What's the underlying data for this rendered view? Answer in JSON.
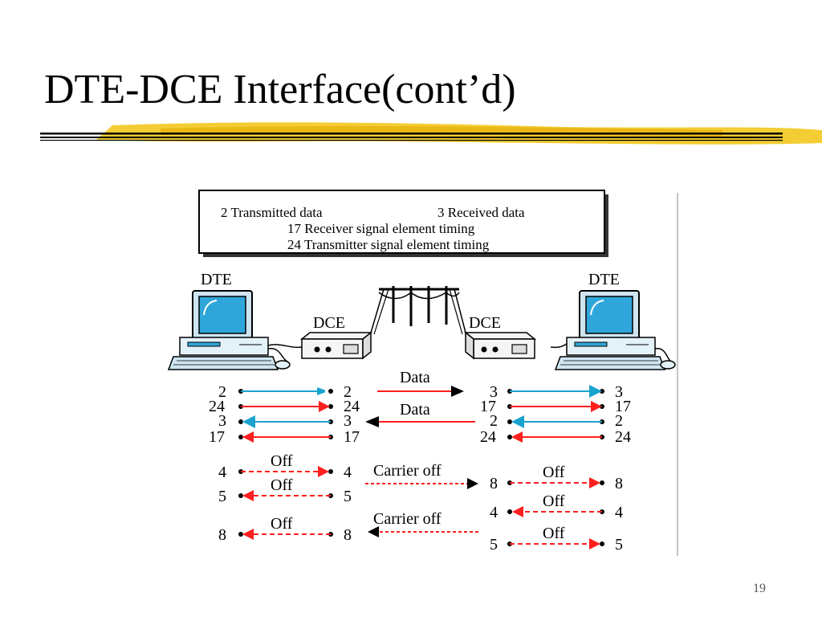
{
  "slide": {
    "title": "DTE-DCE Interface(cont’d)",
    "number": "19"
  },
  "legend": {
    "line1_left": "2 Transmitted data",
    "line1_right": "3 Received data",
    "line2": "17 Receiver signal element timing",
    "line3": "24 Transmitter signal element timing"
  },
  "devices": {
    "dte_left": "DTE",
    "dce_left": "DCE",
    "dce_right": "DCE",
    "dte_right": "DTE"
  },
  "data_section": {
    "left_pins": [
      "2",
      "24",
      "3",
      "17"
    ],
    "left_dce_pins": [
      "2",
      "24",
      "3",
      "17"
    ],
    "right_dce_pins": [
      "3",
      "17",
      "2",
      "24"
    ],
    "right_pins": [
      "3",
      "17",
      "2",
      "24"
    ],
    "label_top": "Data",
    "label_bottom": "Data"
  },
  "control_section": {
    "row1": {
      "left": "4",
      "label": "Off",
      "right": "4"
    },
    "row2": {
      "left": "5",
      "label": "Off",
      "right": "5"
    },
    "row3": {
      "left": "8",
      "label": "Off",
      "right": "8"
    },
    "carrier_top": "Carrier off",
    "carrier_bottom": "Carrier off",
    "rrow1": {
      "left": "8",
      "label": "Off",
      "right": "8"
    },
    "rrow2": {
      "left": "4",
      "label": "Off",
      "right": "4"
    },
    "rrow3": {
      "left": "5",
      "label": "Off",
      "right": "5"
    }
  },
  "colors": {
    "blue": "#1ba3cf",
    "red": "#ff1f1f",
    "gold": "#f1c40f"
  }
}
